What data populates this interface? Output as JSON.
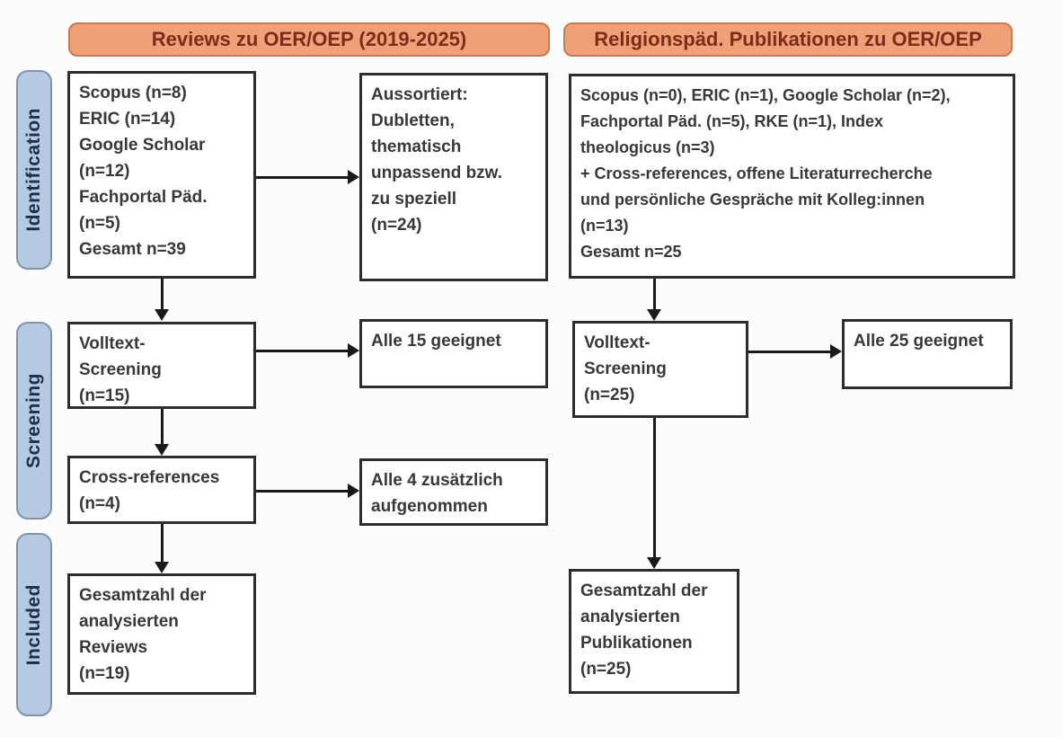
{
  "headers": {
    "left": "Reviews zu OER/OEP (2019-2025)",
    "right": "Religionspäd. Publikationen zu OER/OEP"
  },
  "stages": {
    "identification": "Identification",
    "screening": "Screening",
    "included": "Included"
  },
  "boxes": {
    "left_sources": "Scopus (n=8)\nERIC (n=14)\nGoogle Scholar\n(n=12)\nFachportal Päd.\n(n=5)\nGesamt n=39",
    "left_sorted_out": "Aussortiert:\nDubletten,\nthematisch\nunpassend bzw.\nzu speziell\n(n=24)",
    "left_fulltext": "Volltext-\nScreening\n(n=15)",
    "left_eligible": "Alle 15 geeignet",
    "left_crossref": "Cross-references\n(n=4)",
    "left_added": "Alle 4 zusätzlich\naufgenommen",
    "left_total": "Gesamtzahl der\nanalysierten\nReviews\n(n=19)",
    "right_sources": "Scopus (n=0), ERIC (n=1), Google Scholar (n=2),\nFachportal Päd. (n=5), RKE (n=1), Index\ntheologicus (n=3)\n+ Cross-references, offene Literaturrecherche\nund persönliche Gespräche mit Kolleg:innen\n(n=13)\nGesamt n=25",
    "right_fulltext": "Volltext-\nScreening\n(n=25)",
    "right_eligible": "Alle 25 geeignet",
    "right_total": "Gesamtzahl der\nanalysierten\nPublikationen\n(n=25)"
  },
  "colors": {
    "header_fill": "#efa077",
    "header_border": "#c97a50",
    "header_text": "#7b2d1b",
    "stage_fill": "#b6c9e3",
    "stage_border": "#8193ab",
    "stage_text": "#1e2f4d",
    "box_border": "#2d2d2d",
    "box_text": "#383838",
    "arrow": "#1a1a1a",
    "background": "#fcfcfc"
  }
}
